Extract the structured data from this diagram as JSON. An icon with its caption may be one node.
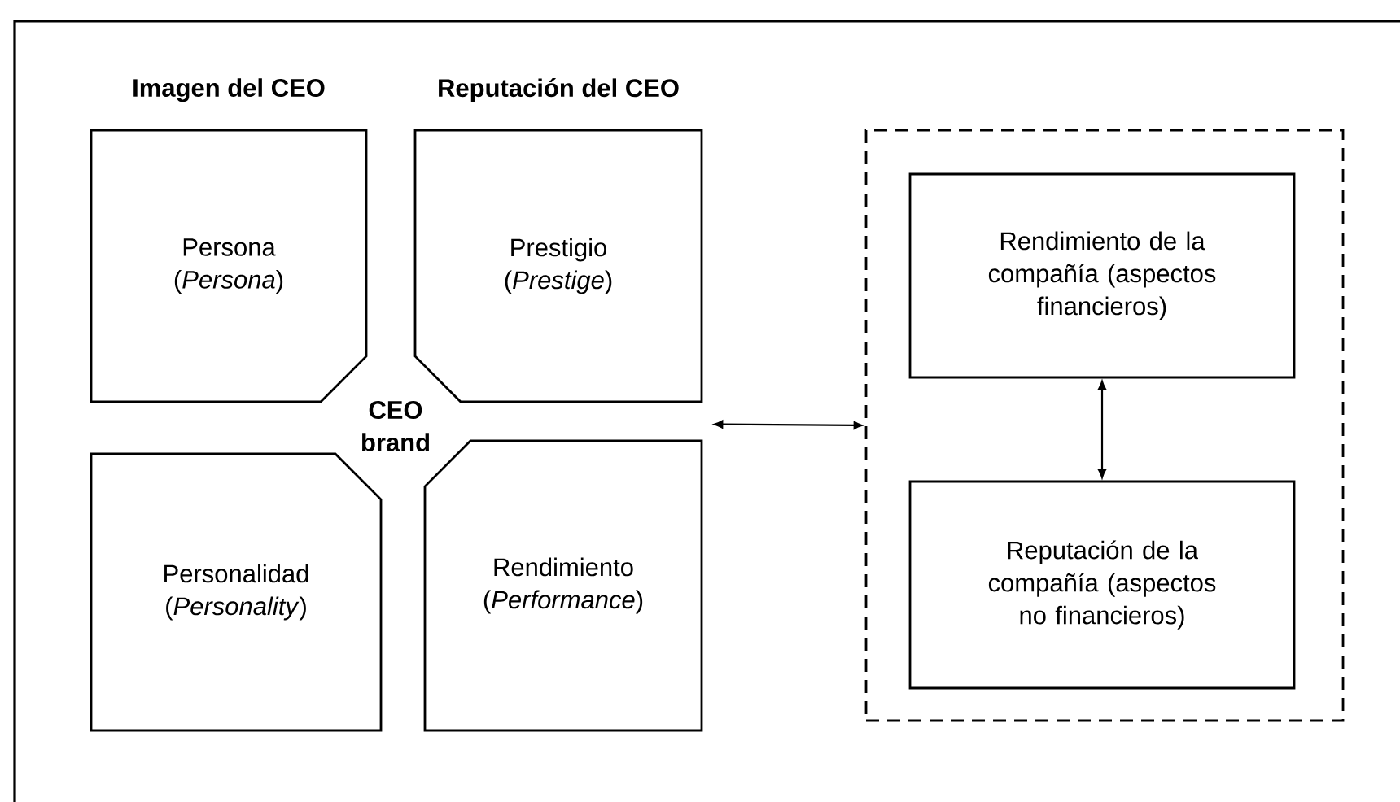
{
  "diagram": {
    "nodes": [
      {
        "text": [
          "Imagen del CEO",
          "Persona (*Persona*)"
        ]
      },
      {
        "text": [
          "Reputación del CEO",
          "Prestigio (*Prestige*)"
        ]
      },
      {
        "text": [
          "CEO brand"
        ]
      },
      {
        "text": [
          "Personalidad (*Personality*)"
        ]
      },
      {
        "text": [
          "Rendimiento (*Performance*)"
        ]
      },
      {
        "text": [],
        "shape": "box"
      },
      {
        "text": [
          "Rendimiento de la compañía (aspectos financieros)"
        ],
        "in": 5
      },
      {
        "text": [
          "Reputación de la compañía (aspectos no financieros)"
        ],
        "in": 5
      }
    ],
    "edges": [
      {
        "from": 4,
        "to": 5,
        "arrow": "both"
      },
      {
        "from": 6,
        "to": 7,
        "arrow": "both"
      }
    ]
  }
}
